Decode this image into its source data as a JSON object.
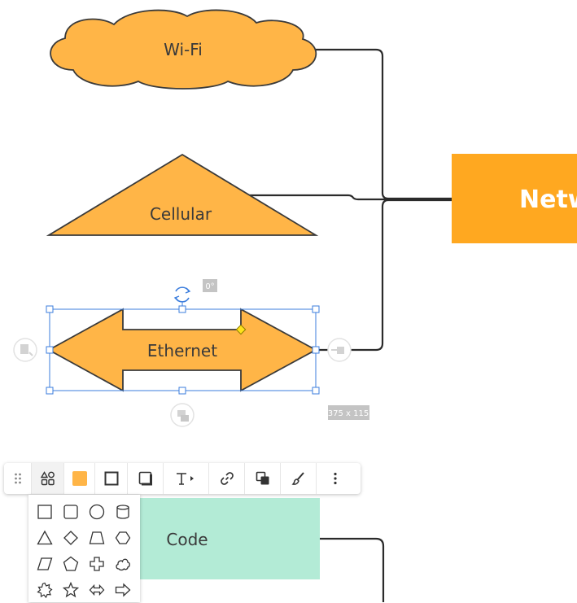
{
  "diagram": {
    "shapes": {
      "wifi": {
        "label": "Wi-Fi",
        "fill": "#FFB547"
      },
      "cellular": {
        "label": "Cellular",
        "fill": "#FFB547"
      },
      "ethernet": {
        "label": "Ethernet",
        "fill": "#FFB547"
      },
      "network": {
        "label": "Netw",
        "fill": "#FFA820"
      },
      "code": {
        "label": "Code",
        "fill": "#B3EBD6"
      }
    },
    "stroke_color": "#3a3a3a",
    "connector_color": "#2b2b2b",
    "selection": {
      "color": "#3b7ddd",
      "rotation_hint": "0°",
      "size_hint": "375 x 115"
    }
  },
  "toolbar": {
    "items": [
      {
        "name": "drag-handle-icon"
      },
      {
        "name": "shape-picker-icon"
      },
      {
        "name": "fill-color-swatch",
        "color": "#FFB547"
      },
      {
        "name": "border-style-icon"
      },
      {
        "name": "shadow-icon"
      },
      {
        "name": "text-format-icon"
      },
      {
        "name": "link-icon"
      },
      {
        "name": "arrange-icon"
      },
      {
        "name": "format-painter-icon"
      },
      {
        "name": "more-options-icon"
      }
    ]
  },
  "shape_picker": {
    "shapes": [
      "square",
      "rounded-square",
      "circle",
      "cylinder",
      "triangle",
      "diamond",
      "trapezoid",
      "hexagon",
      "parallelogram",
      "pentagon",
      "cross",
      "cloud",
      "starburst",
      "star",
      "double-arrow",
      "arrow"
    ]
  }
}
